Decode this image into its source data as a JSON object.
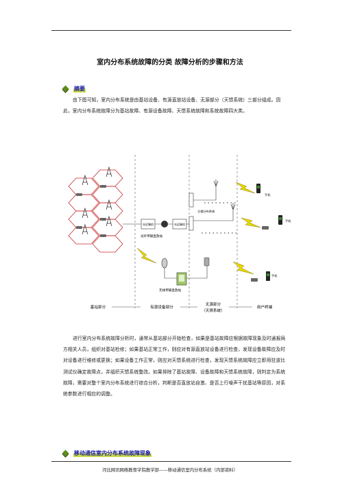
{
  "title": "室内分布系统故障的分类 故障分析的步骤和方法",
  "sections": {
    "intro_head": "摘要",
    "bottom_head": "移动通信室内分布系统故障现象"
  },
  "paragraphs": {
    "p1": "由下图可知，室内分布系统是由基站设备、有源直放站设备、无源部分（天馈系统）三部分组成。因此，室内分布系统故障分为基站故障、有源设备故障、天馈系统故障和系统故障四大类。",
    "p2": "进行室内分布系统故障分析时，通常从基站部分开始检查，如果是基站故障应根据故障现象及时通报局方相关人员，组织对基站检修；如果基站正常工作，则应对有源直放站设备进行检查，发现设备故障应及时对设备进行维修或更换；如果设备工作正常，则应对天馈系统进行检查，发现天馈系统故障应立即用驻波比测试仪确定故障点，并组织天馈系统整改。如果排除了基站故障、设备故障和天馈系统故障，则判定为系统故障，需要对整个室内分布系统进行综合分析，判断是否直放站自激、是否上行噪声干扰基站等原因，对系统参数进行相应的调整。"
  },
  "diagram": {
    "fiber_a": "光近端机",
    "fiber_b": "光远端机",
    "fiber_link": "光纤传输直放站",
    "repeater_main": "主楼分布系统",
    "wireless_repeater": "无线传输直放站",
    "phone": "手机",
    "zones": {
      "base": "基站部分",
      "active": "有源设备部分",
      "passive": "无源部分（天馈系统）",
      "user": "用户终端"
    }
  },
  "footer": "河北网讯网络教育学院教学部——移动通信室内分布系统（内部资料）"
}
